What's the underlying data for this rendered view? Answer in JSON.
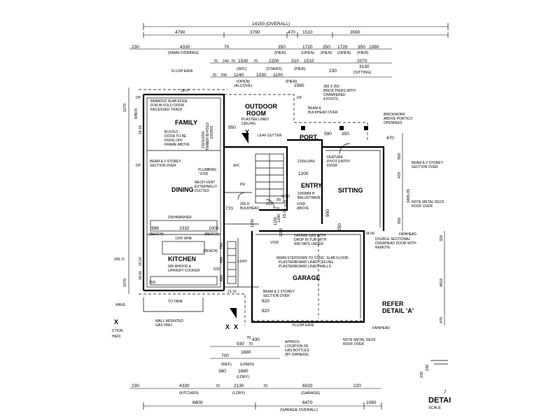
{
  "top_dims": {
    "row1": [
      "14150 (OVERALL)"
    ],
    "row2": [
      "4790",
      "3790",
      "470",
      "1510",
      "3590"
    ],
    "row3": [
      "230",
      "4330",
      "(FAMILY/DINING)",
      "70",
      "350",
      "1720",
      "350",
      "1720",
      "350",
      "1080"
    ],
    "row3_sub": [
      "(PIER)",
      "(OPEN)",
      "(PIER)",
      "(OPEN)",
      "(PIER)"
    ],
    "row4": [
      "70",
      "240",
      "70",
      "1530",
      "70",
      "2200",
      "310",
      "1510",
      "2070"
    ],
    "row4_sub": [
      "(W/C)",
      "(STAIRS)",
      "(PIER)",
      "(SITTING)"
    ],
    "row5": [
      "70",
      "700",
      "1140",
      "1030",
      "1100",
      "230",
      "3130"
    ],
    "row5_sub": [
      "(OPEN)",
      "(ALCOVE)",
      "(PIER)",
      "1980"
    ]
  },
  "bottom_dims": {
    "row1": [
      "70",
      "930",
      "70",
      "430"
    ],
    "row2": [
      "700",
      "1680",
      "380",
      "1680"
    ],
    "row2_sub": [
      "(REF)",
      "(LDRY)",
      "(LINEN)"
    ],
    "row3": [
      "230",
      "4330",
      "70",
      "2130",
      "70",
      "6020",
      "220"
    ],
    "row3_sub": [
      "(KITCHEN)",
      "(LDRY)",
      "(GARAGE)"
    ],
    "row4": [
      "6600",
      "6470",
      "1080"
    ],
    "row4_sub": [
      "(GARAGE OVERALL)"
    ]
  },
  "side_dims": {
    "left": [
      "1070",
      "265 D",
      "1070"
    ],
    "right": [
      "950",
      "470",
      "3405-05",
      "950",
      "320",
      "4810",
      "470"
    ],
    "right_bottom": [
      "230",
      "240"
    ]
  },
  "rooms": {
    "family": "FAMILY",
    "dining": "DINING",
    "kitchen": "KITCHEN",
    "outdoor_room": [
      "OUTDOOR",
      "ROOM"
    ],
    "port": "PORT.",
    "entry": "ENTRY",
    "sitting": "SITTING",
    "garage": "GARAGE",
    "wc": "W/C",
    "pr": "PR",
    "ldry": "LDRY"
  },
  "notes": {
    "flush_eave": "FLUSH EAVE",
    "flush_eave_bottom": "FLUSH EAVE",
    "rebated_slab": [
      "REBATED SLAB EDGE",
      "FOR BI-FOLD DOOR",
      "RECESSED TRACK"
    ],
    "bifold": [
      "BI-FOLD",
      "DOOR TO BE",
      "HUNG OFF",
      "FRAME ABOVE"
    ],
    "timber_bifold": [
      "TIMBER BI-FOLD",
      "DOORS",
      "2110x3300"
    ],
    "beam_family": [
      "BEAM & 2 STOREY",
      "SECTION OVER"
    ],
    "plumbing": [
      "PLUMBING",
      "VOID"
    ],
    "mech_vent": [
      "MECH VENT",
      "EXTERNALLY",
      "DUCTED"
    ],
    "dishwasher": "DISHWASHER",
    "bench": [
      "(BENCH)",
      "(BENCH)",
      "(BENCH)"
    ],
    "sink": "1200 SINK",
    "hood": [
      "900 RHOOD &",
      "UPRIGHT COOKER"
    ],
    "tank": "TO TANK",
    "hwu": [
      "WALL MOUNTED",
      "GAS HWU"
    ],
    "plaster_ceiling": [
      "PLASTER LINED",
      "CEILING"
    ],
    "leaf_gutter": "LEAF GUTTER",
    "outdoor_beam": [
      "BEAM &",
      "BULKHEAD OVER"
    ],
    "pier_dims": [
      "350 X 350",
      "BRICK PIERS WITH",
      "CHAMFERED",
      "4 POSTS"
    ],
    "brickwork": [
      "BRICKWORK",
      "ABOVE PORTICO",
      "OPENINGS"
    ],
    "feature_door": [
      "FEATURE",
      "PIVOT ENTRY",
      "DOOR"
    ],
    "door_size": "2165x1450",
    "balustrade": [
      "1000MM H",
      "BALUSTRADE"
    ],
    "void": "VOID",
    "void_above": [
      "VOID",
      "ABOVE"
    ],
    "bulkhead": [
      "250 D",
      "BULKHEAD"
    ],
    "beam_right": [
      "BEAM & 2 STOREY",
      "SECTION OVER"
    ],
    "metal_deck_top": [
      "NOTE METAL DECK",
      "ROOF OVER"
    ],
    "fainhead": "FAINHEAD",
    "overhead_door": [
      "DOUBLE SECTIONAL",
      "OVERHEAD DOOR WITH",
      "REMOTE"
    ],
    "void_mid": "VOID",
    "gas_door": [
      "1400MM GAS WITH",
      "DROP IN TUB WITH",
      "WM TAPS UNDER"
    ],
    "stepdown": [
      "86MM STEPDOWN TO CONC. SLAB FLOOR",
      "PLASTERBOARD LINED CEILING",
      "PLASTERBOARD LINED WALLS"
    ],
    "beam_garage": [
      "BEAM & 2 STOREY",
      "SECTION OVER"
    ],
    "fainhead_bottom": "FAINHEAD",
    "metal_deck_bottom": [
      "NOTE METAL DECK",
      "ROOF OVER"
    ],
    "gas_bottles": [
      "APPROX.",
      "LOCATION OF",
      "GAS BOTTLES",
      "(BY OWNERS)"
    ],
    "refer_detail": [
      "REFER",
      "DETAIL 'A'"
    ],
    "left_cut": [
      "X",
      "CTION",
      "HED)"
    ],
    "dp_labels": [
      "DP",
      "DP",
      "DP"
    ],
    "window_labels": [
      "WBOX",
      "WAVE"
    ],
    "grid_labels": [
      "18-27",
      "18-18",
      "21-15",
      "18-06",
      "15-18",
      "18-18"
    ],
    "section_x": [
      "X",
      "X",
      "X"
    ]
  },
  "inner_dims": [
    "950",
    "1200",
    "590",
    "350",
    "470",
    "770",
    "90",
    "900",
    "250",
    "1000",
    "998",
    "2332",
    "1200",
    "820",
    "820",
    "570",
    "620",
    "650",
    "890",
    "760",
    "1280",
    "1150",
    "120",
    "15-18",
    "210",
    "350",
    "1250"
  ],
  "detail": {
    "title": "DETAI",
    "scale": "SCALE",
    "code": "7"
  }
}
